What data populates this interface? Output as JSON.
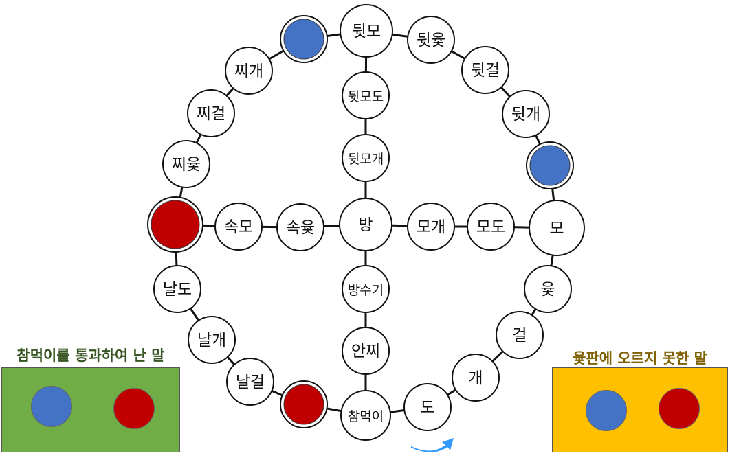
{
  "colors": {
    "team_blue": "#4472C4",
    "team_red": "#C00000",
    "finished_box": "#70AD47",
    "waiting_box": "#FFC000",
    "finished_label": "#375623",
    "waiting_label": "#7F6000",
    "arrow": "#3399FF"
  },
  "board": {
    "outer_ring": [
      {
        "key": "do",
        "label": "도"
      },
      {
        "key": "gae",
        "label": "개"
      },
      {
        "key": "geol",
        "label": "걸"
      },
      {
        "key": "yut",
        "label": "윷"
      },
      {
        "key": "mo",
        "label": "모"
      },
      {
        "key": "dwitdo",
        "label": ""
      },
      {
        "key": "dwitgae",
        "label": "뒷개"
      },
      {
        "key": "dwitgeol",
        "label": "뒷걸"
      },
      {
        "key": "dwityut",
        "label": "뒷윷"
      },
      {
        "key": "dwitmo",
        "label": "뒷모"
      },
      {
        "key": "jjido",
        "label": ""
      },
      {
        "key": "jjigae",
        "label": "찌개"
      },
      {
        "key": "jjigeol",
        "label": "찌걸"
      },
      {
        "key": "jjiyut",
        "label": "찌윷"
      },
      {
        "key": "jjimo",
        "label": ""
      },
      {
        "key": "naldo",
        "label": "날도"
      },
      {
        "key": "nalgae",
        "label": "날개"
      },
      {
        "key": "nalgeol",
        "label": "날걸"
      },
      {
        "key": "nalyut",
        "label": ""
      },
      {
        "key": "chammeogi",
        "label": "참먹이"
      }
    ],
    "vertical_path": [
      {
        "key": "dwitmodo",
        "label": "뒷모도"
      },
      {
        "key": "dwitmogae",
        "label": "뒷모개"
      },
      {
        "key": "bang",
        "label": "방"
      },
      {
        "key": "bangsugi",
        "label": "방수기"
      },
      {
        "key": "anjji",
        "label": "안찌"
      }
    ],
    "horizontal_path": [
      {
        "key": "sokmo",
        "label": "속모"
      },
      {
        "key": "sokyut",
        "label": "속윷"
      },
      {
        "key": "mogae",
        "label": "모개"
      },
      {
        "key": "modo",
        "label": "모도"
      }
    ],
    "pieces_on_board": [
      {
        "node": "jjido",
        "team": "blue"
      },
      {
        "node": "dwitdo",
        "team": "blue"
      },
      {
        "node": "jjimo",
        "team": "red"
      },
      {
        "node": "nalyut",
        "team": "red"
      }
    ],
    "direction_arrow": "arrow-right-icon"
  },
  "panels": {
    "finished": {
      "title": "참먹이를 통과하여 난 말",
      "pieces": [
        "blue",
        "red"
      ]
    },
    "waiting": {
      "title": "윷판에 오르지 못한 말",
      "pieces": [
        "blue",
        "red"
      ]
    }
  }
}
